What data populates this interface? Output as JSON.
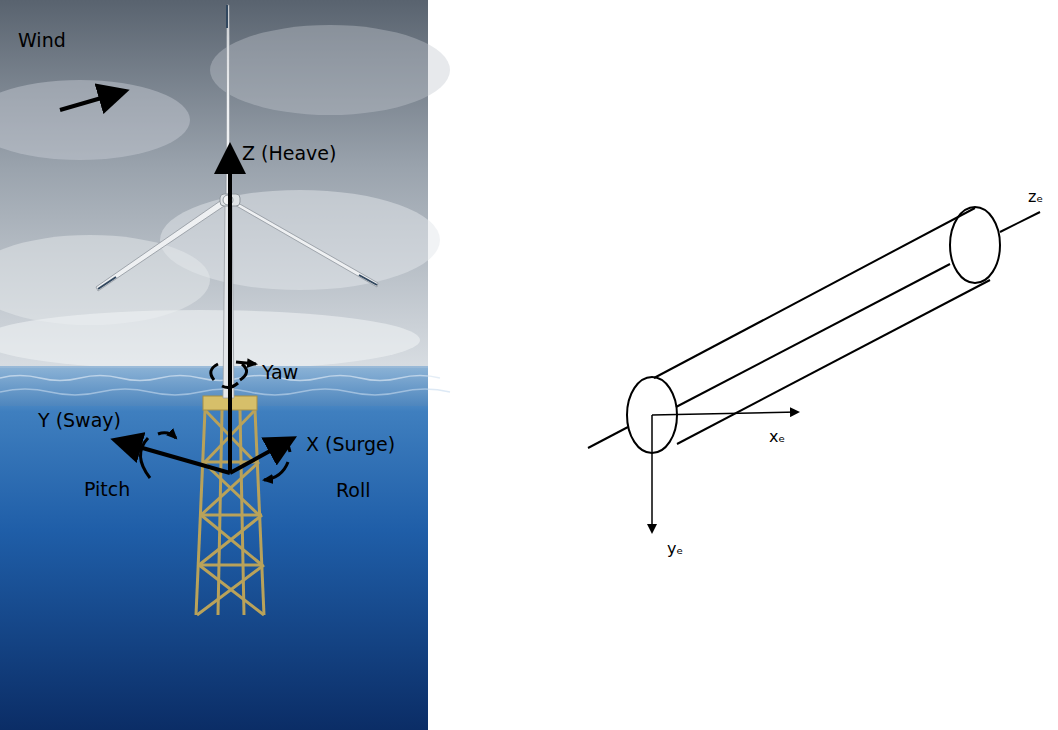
{
  "diagram": {
    "labels": [
      "Wind",
      "Z (Heave)",
      "Yaw",
      "Y (Sway)",
      "X (Surge)",
      "Pitch",
      "Roll",
      "xₑ",
      "yₑ",
      "zₑ"
    ]
  }
}
